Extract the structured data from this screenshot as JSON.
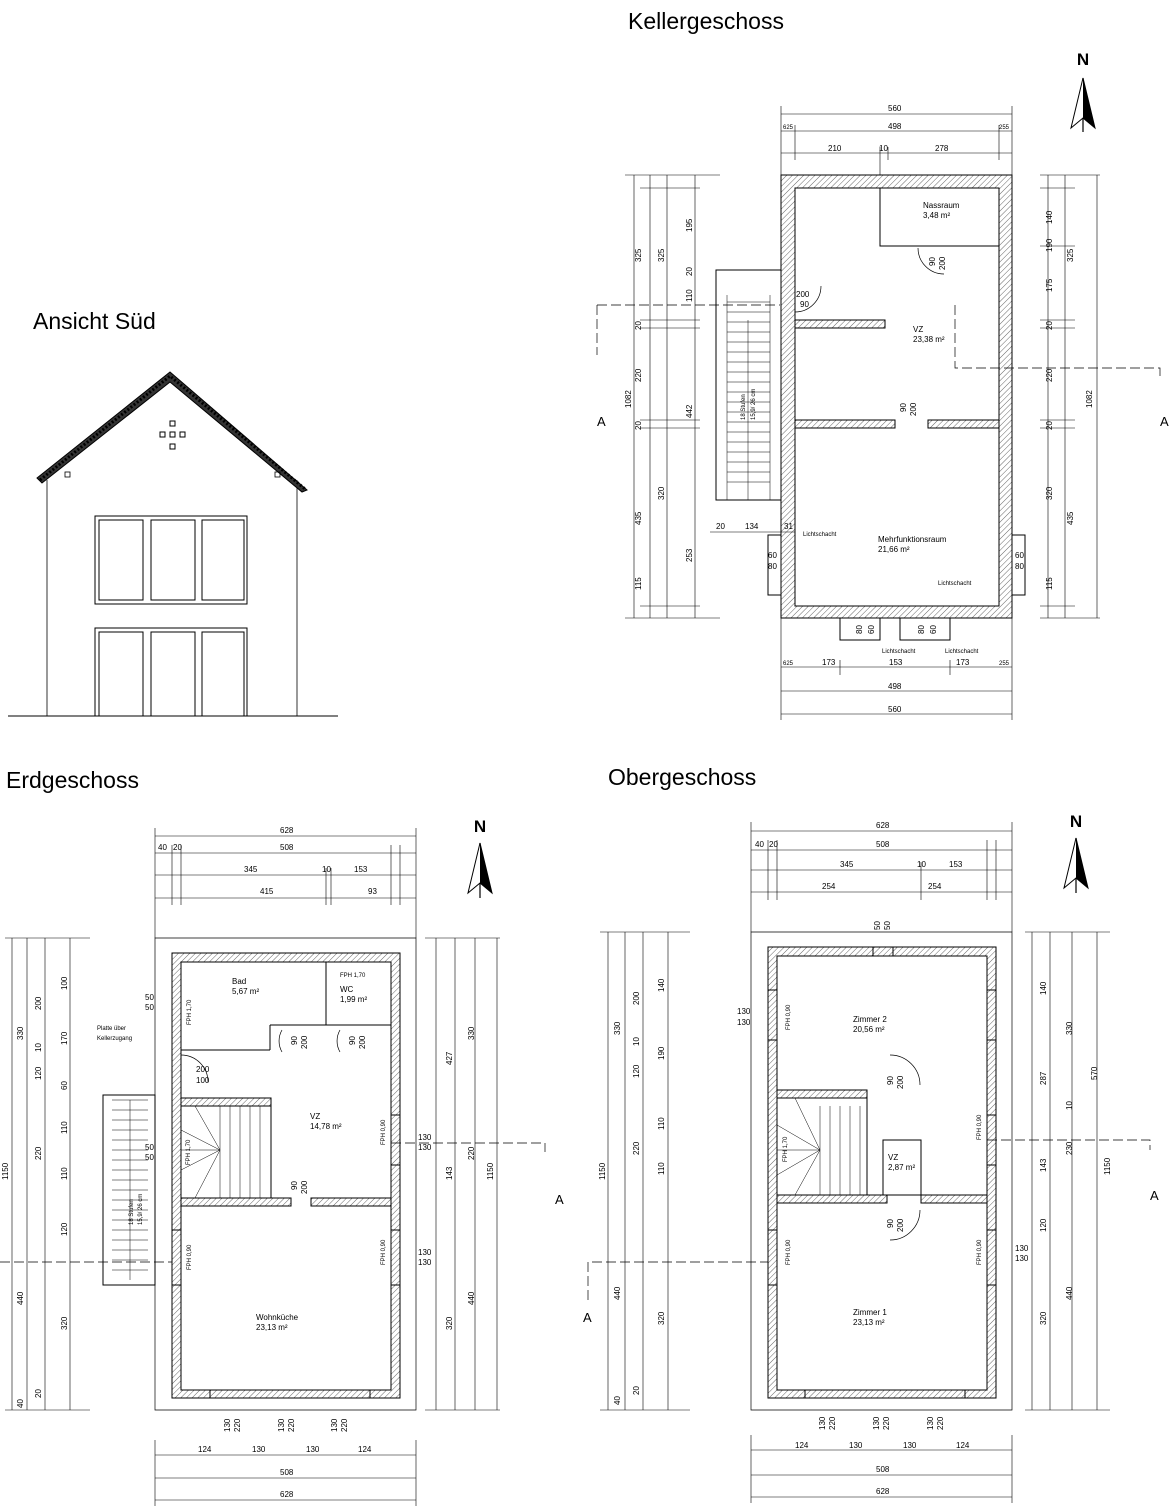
{
  "titles": {
    "keller": "Kellergeschoss",
    "ansicht": "Ansicht Süd",
    "erd": "Erdgeschoss",
    "ober": "Obergeschoss"
  },
  "north_label": "N",
  "section_label": "A",
  "keller": {
    "rooms": {
      "nassraum": "Nassraum",
      "nassraum_area": "3,48 m²",
      "vz": "VZ",
      "vz_area": "23,38 m²",
      "mehr": "Mehrfunktionsraum",
      "mehr_area": "21,66 m²",
      "stairs": "18 Stufen",
      "stairs_size": "15,9/ 26 cm"
    },
    "licht": "Lichtschacht",
    "dims_top": [
      "560",
      "498",
      "210",
      "10",
      "278",
      "625",
      "255"
    ],
    "dims_bottom": [
      "173",
      "153",
      "173",
      "498",
      "560",
      "625",
      "255"
    ],
    "dims_left": [
      "325",
      "325",
      "195",
      "20",
      "110",
      "20",
      "220",
      "442",
      "20",
      "320",
      "435",
      "115",
      "253",
      "1082",
      "20",
      "134",
      "31"
    ],
    "dims_right": [
      "140",
      "190",
      "175",
      "325",
      "20",
      "220",
      "20",
      "320",
      "435",
      "115",
      "1082"
    ],
    "openings": [
      "200",
      "90",
      "90",
      "200",
      "90",
      "200",
      "60",
      "80",
      "60",
      "80",
      "80",
      "60",
      "80",
      "60"
    ]
  },
  "erd": {
    "rooms": {
      "bad": "Bad",
      "bad_area": "5,67 m²",
      "wc": "WC",
      "wc_area": "1,99 m²",
      "vz": "VZ",
      "vz_area": "14,78 m²",
      "wohn": "Wohnküche",
      "wohn_area": "23,13 m²",
      "platte": "Platte über",
      "platte2": "Kellerzugang",
      "stairs": "18 Stufen",
      "stairs_size": "15,9/ 26 cm"
    },
    "fph": [
      "FPH 1,70",
      "FPH 1,70",
      "FPH 1,70",
      "FPH 0,90",
      "FPH 0,90",
      "FPH 0,90"
    ],
    "dims_top": [
      "628",
      "508",
      "345",
      "10",
      "153",
      "415",
      "93",
      "40",
      "20"
    ],
    "dims_bottom": [
      "124",
      "130",
      "130",
      "124",
      "508",
      "628"
    ],
    "dims_left": [
      "330",
      "200",
      "100",
      "10",
      "170",
      "120",
      "60",
      "110",
      "220",
      "110",
      "120",
      "1150",
      "440",
      "320",
      "40",
      "20"
    ],
    "dims_right": [
      "427",
      "330",
      "220",
      "143",
      "1150",
      "440",
      "320",
      "130",
      "130"
    ],
    "openings": [
      "50",
      "50",
      "200",
      "100",
      "90",
      "200",
      "90",
      "200",
      "90",
      "200",
      "50",
      "50",
      "130",
      "130",
      "130",
      "220",
      "130",
      "220",
      "130",
      "220"
    ]
  },
  "ober": {
    "rooms": {
      "z2": "Zimmer 2",
      "z2_area": "20,56 m²",
      "vz": "VZ",
      "vz_area": "2,87 m²",
      "z1": "Zimmer 1",
      "z1_area": "23,13 m²"
    },
    "fph": [
      "FPH 0,90",
      "FPH 1,70",
      "FPH 0,90",
      "FPH 0,90",
      "FPH 0,90"
    ],
    "dims_top": [
      "628",
      "508",
      "345",
      "10",
      "153",
      "254",
      "254",
      "40",
      "20"
    ],
    "dims_bottom": [
      "124",
      "130",
      "130",
      "124",
      "508",
      "628"
    ],
    "dims_left": [
      "330",
      "200",
      "140",
      "10",
      "190",
      "120",
      "110",
      "220",
      "110",
      "1150",
      "440",
      "320",
      "40",
      "20"
    ],
    "dims_right": [
      "140",
      "330",
      "287",
      "10",
      "230",
      "143",
      "570",
      "1150",
      "120",
      "440",
      "320",
      "130",
      "130"
    ],
    "openings": [
      "50",
      "50",
      "130",
      "130",
      "90",
      "200",
      "90",
      "200",
      "130",
      "220",
      "130",
      "220",
      "130",
      "220"
    ]
  }
}
